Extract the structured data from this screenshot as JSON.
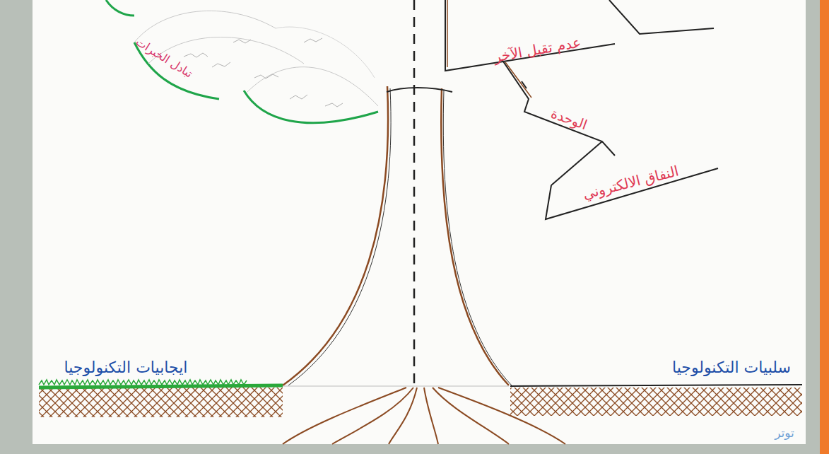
{
  "diagram": {
    "labels": [
      "تبادل الخبرات",
      "عدم تقبل الآخر",
      "الوحدة",
      "النفاق الالكتروني",
      "ايجابيات التكنولوجيا",
      "سلبيات التكنولوجيا",
      "توتر"
    ]
  }
}
